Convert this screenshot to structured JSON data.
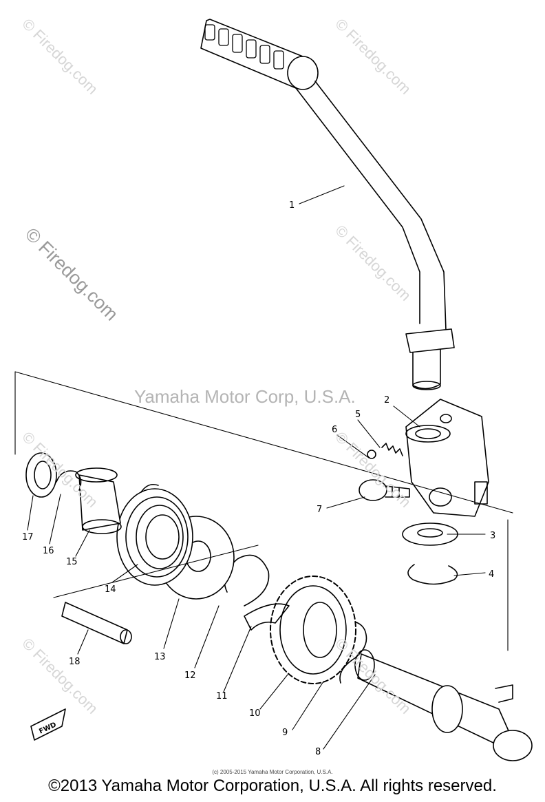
{
  "watermarks": {
    "site": "© Firedog.com",
    "center": "Yamaha Motor Corp, U.S.A."
  },
  "callouts": [
    "1",
    "2",
    "3",
    "4",
    "5",
    "6",
    "7",
    "8",
    "9",
    "10",
    "11",
    "12",
    "13",
    "14",
    "15",
    "16",
    "17",
    "18"
  ],
  "fwd_label": "FWD",
  "small_copyright": "(c) 2005-2015 Yamaha Motor Corporation, U.S.A.",
  "footer": "©2013 Yamaha Motor Corporation, U.S.A. All rights reserved."
}
